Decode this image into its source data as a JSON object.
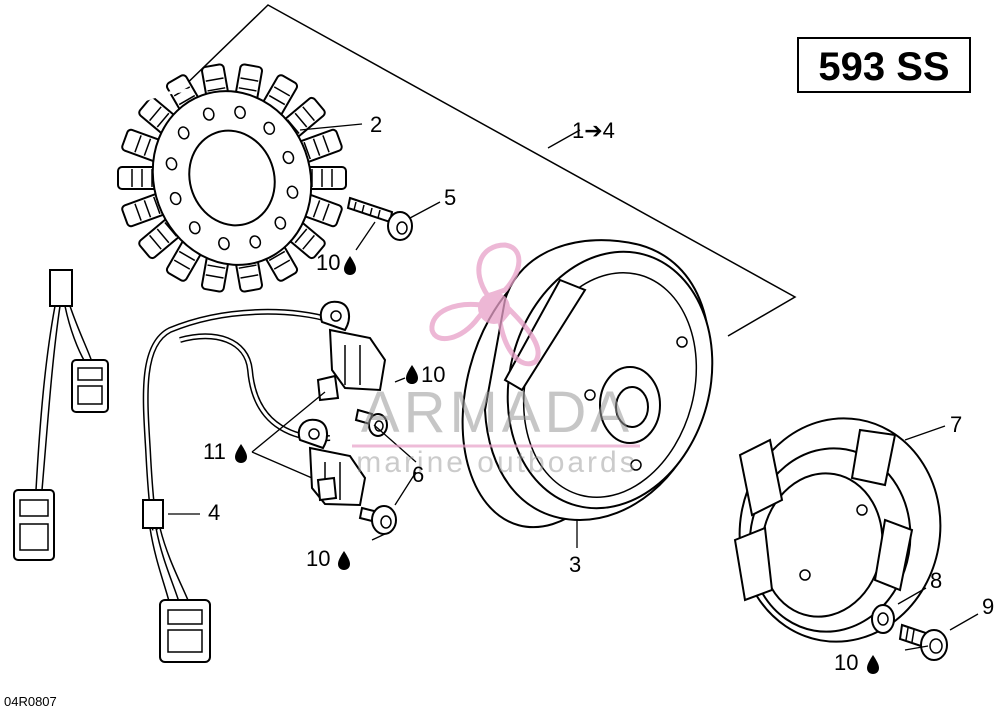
{
  "model_label": "593 SS",
  "diagram_id": "04R0807",
  "watermark": {
    "title": "ARMADA",
    "subtitle": "marine outboards"
  },
  "callouts": [
    {
      "id": "1-4",
      "text": "1➔4"
    },
    {
      "id": "2",
      "text": "2"
    },
    {
      "id": "3",
      "text": "3"
    },
    {
      "id": "4",
      "text": "4"
    },
    {
      "id": "5",
      "text": "5"
    },
    {
      "id": "6",
      "text": "6"
    },
    {
      "id": "7",
      "text": "7"
    },
    {
      "id": "8",
      "text": "8"
    },
    {
      "id": "9",
      "text": "9"
    },
    {
      "id": "10a",
      "text": "10"
    },
    {
      "id": "10b",
      "text": "10"
    },
    {
      "id": "10c",
      "text": "10"
    },
    {
      "id": "10d",
      "text": "10"
    },
    {
      "id": "11",
      "text": "11"
    }
  ],
  "icons": {
    "drop": "oil-drop-icon",
    "arrow": "arrow-right-icon"
  },
  "colors": {
    "watermark_pink": "#e7a0c8",
    "line": "#000000"
  }
}
